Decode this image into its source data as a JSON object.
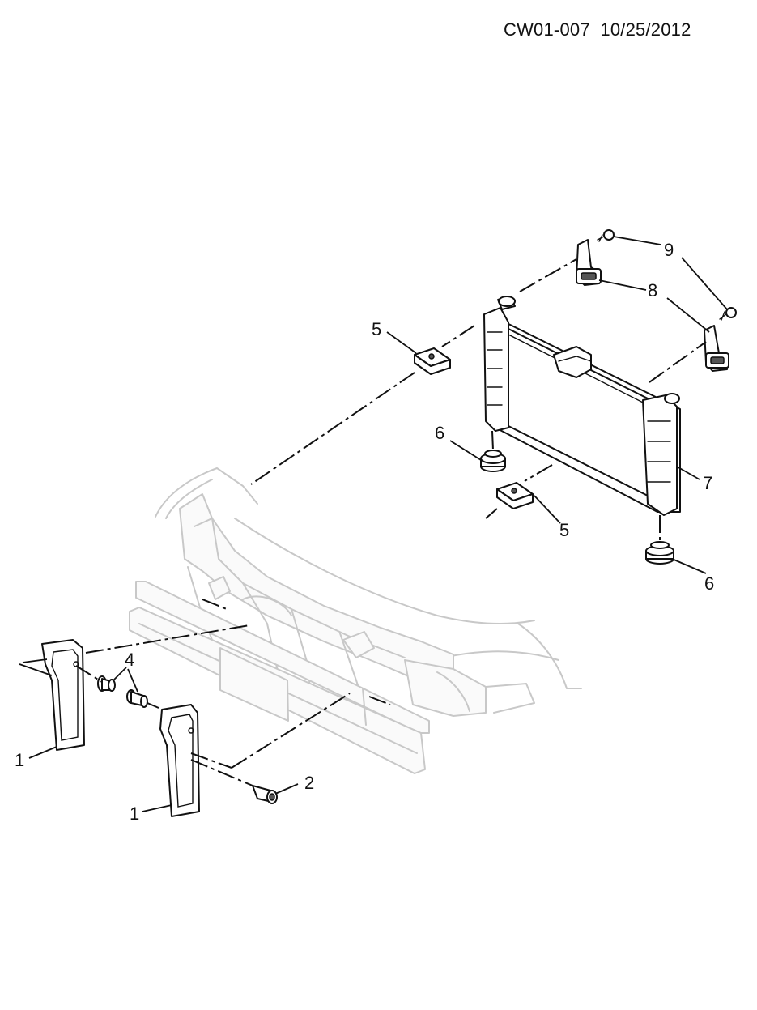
{
  "header": {
    "code": "CW01-007",
    "date": "10/25/2012"
  },
  "callouts": {
    "c1a": "1",
    "c1b": "1",
    "c2": "2",
    "c4": "4",
    "c5a": "5",
    "c5b": "5",
    "c6a": "6",
    "c6b": "6",
    "c7": "7",
    "c8": "8",
    "c9": "9"
  }
}
